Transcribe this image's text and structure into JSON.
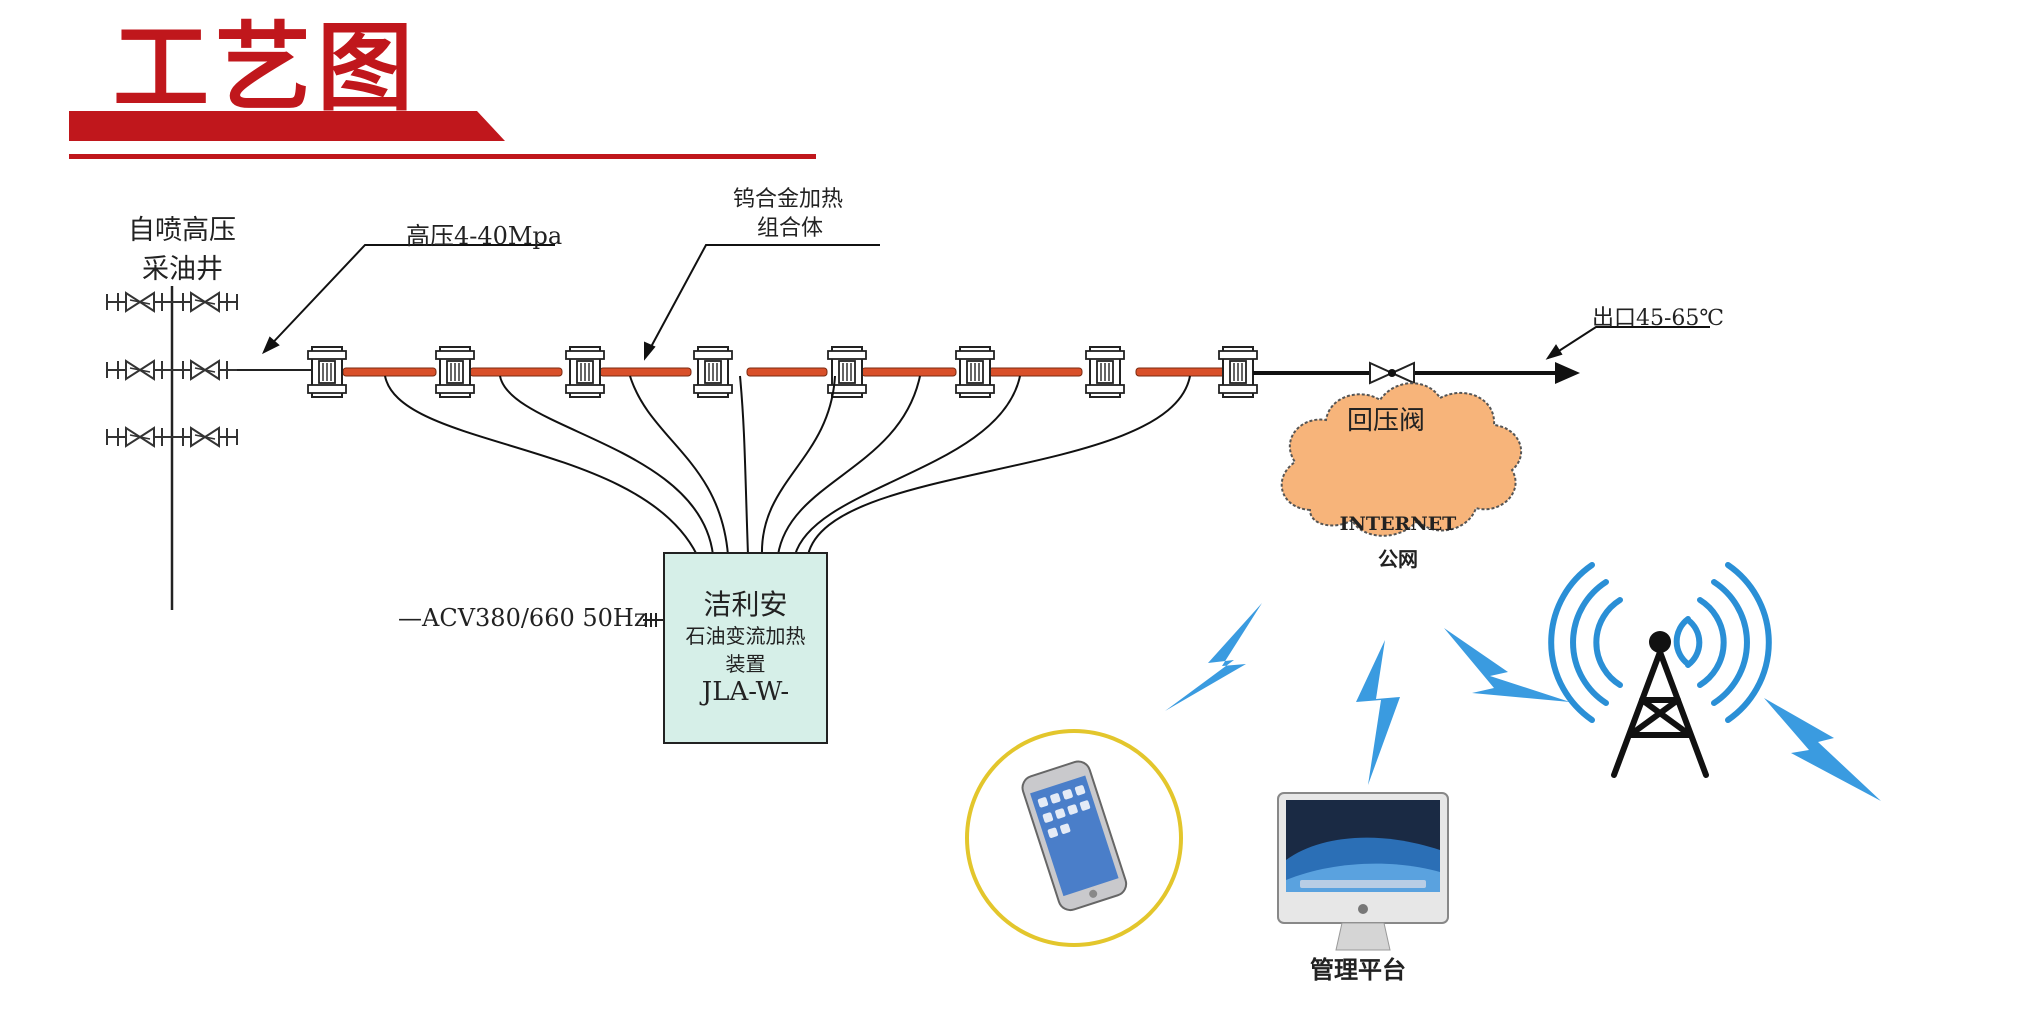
{
  "header": {
    "title": "工艺图"
  },
  "labels": {
    "well_line1": "自喷高压",
    "well_line2": "采油井",
    "pressure": "高压4-40Mpa",
    "heater_line1": "钨合金加热",
    "heater_line2": "组合体",
    "outlet": "出口45-65℃",
    "back_valve": "回压阀",
    "power": "—ACV380/660 50Hz",
    "device_line1": "洁利安",
    "device_line2": "石油变流加热",
    "device_line3": "装置",
    "device_line4": "JLA-W-",
    "cloud_line1": "INTERNET",
    "cloud_line2": "公网",
    "platform": "管理平台"
  },
  "colors": {
    "title_red": "#c0171c",
    "heater_orange": "#d9502a",
    "device_fill": "#d6efe8",
    "cloud_fill": "#f7b47a",
    "bolt_blue": "#3a9be0",
    "phone_ring": "#e3c62c"
  },
  "icons": [
    "valve-icon",
    "coupling-icon",
    "cloud-icon",
    "lightning-icon",
    "tower-icon",
    "smartphone-icon",
    "monitor-icon",
    "apple-logo-icon"
  ]
}
